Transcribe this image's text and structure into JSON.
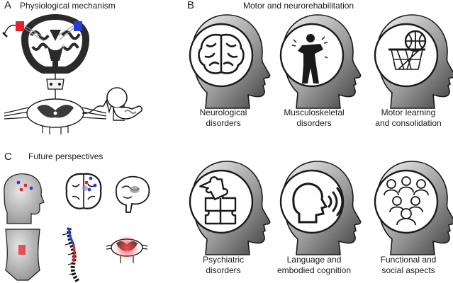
{
  "panels": {
    "a": {
      "letter": "A",
      "title": "Physiological mechanism"
    },
    "b": {
      "letter": "B",
      "title": "Motor and neurorehabilitation"
    },
    "c": {
      "letter": "C",
      "title": "Future perspectives"
    }
  },
  "b_items": [
    {
      "line1": "Neurological",
      "line2": "disorders",
      "icon": "brain-icon"
    },
    {
      "line1": "Musculoskeletal",
      "line2": "disorders",
      "icon": "pain-person-icon"
    },
    {
      "line1": "Motor learning",
      "line2": "and consolidation",
      "icon": "basketball-hoop-icon"
    },
    {
      "line1": "Psychiatric",
      "line2": "disorders",
      "icon": "puzzle-icon"
    },
    {
      "line1": "Language and",
      "line2": "embodied cognition",
      "icon": "speaking-head-icon"
    },
    {
      "line1": "Functional and",
      "line2": "social aspects",
      "icon": "people-group-icon"
    }
  ],
  "colors": {
    "anode": "#e8202a",
    "cathode": "#2b3bd6",
    "stim_dot_red": "#e8202a",
    "stim_dot_blue": "#2b3bd6",
    "ink": "#1a1a1a"
  }
}
